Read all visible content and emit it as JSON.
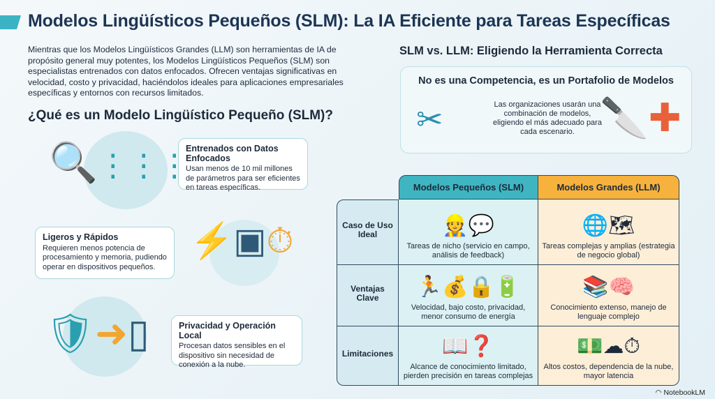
{
  "title": "Modelos Lingüísticos Pequeños (SLM): La IA Eficiente para Tareas Específicas",
  "intro": "Mientras que los Modelos Lingüísticos Grandes (LLM) son herramientas de IA de propósito general muy potentes, los Modelos Lingüísticos Pequeños (SLM) son especialistas entrenados con datos enfocados. Ofrecen ventajas significativas en velocidad, costo y privacidad, haciéndolos ideales para aplicaciones empresariales específicas y entornos con recursos limitados.",
  "what_is": {
    "heading": "¿Qué es un Modelo Lingüístico Pequeño (SLM)?",
    "cards": [
      {
        "title": "Entrenados con Datos Enfocados",
        "text": "Usan menos de 10 mil millones de parámetros para ser eficientes en tareas específicas.",
        "icon": "magnifier-neural-network-icon"
      },
      {
        "title": "Ligeros y Rápidos",
        "text": "Requieren menos potencia de procesamiento y memoria, pudiendo operar en dispositivos pequeños.",
        "icon": "chip-lightning-stopwatch-icon"
      },
      {
        "title": "Privacidad y Operación Local",
        "text": "Procesan datos sensibles en el dispositivo sin necesidad de conexión a la nube.",
        "icon": "shield-lock-phone-icon"
      }
    ]
  },
  "comparison": {
    "heading": "SLM vs. LLM: Eligiendo la Herramienta Correcta",
    "portfolio": {
      "title": "No es una Competencia, es un Portafolio de Modelos",
      "text": "Las organizaciones usarán una combinación de modelos, eligiendo el más adecuado para cada escenario."
    },
    "columns": [
      "Modelos Pequeños (SLM)",
      "Modelos Grandes (LLM)"
    ],
    "rows": [
      {
        "label": "Caso de Uso Ideal",
        "slm": "Tareas de nicho (servicio en campo, análisis de feedback)",
        "llm": "Tareas complejas y amplias (estrategia de negocio global)"
      },
      {
        "label": "Ventajas Clave",
        "slm": "Velocidad, bajo costo, privacidad, menor consumo de energía",
        "llm": "Conocimiento extenso, manejo de lenguaje complejo"
      },
      {
        "label": "Limitaciones",
        "slm": "Alcance de conocimiento limitado, pierden precisión en tareas complejas",
        "llm": "Altos costos, dependencia de la nube, mayor latencia"
      }
    ]
  },
  "colors": {
    "teal": "#3fb5c2",
    "orange": "#f6b23c",
    "navy": "#1c3553"
  },
  "brand": "NotebookLM"
}
